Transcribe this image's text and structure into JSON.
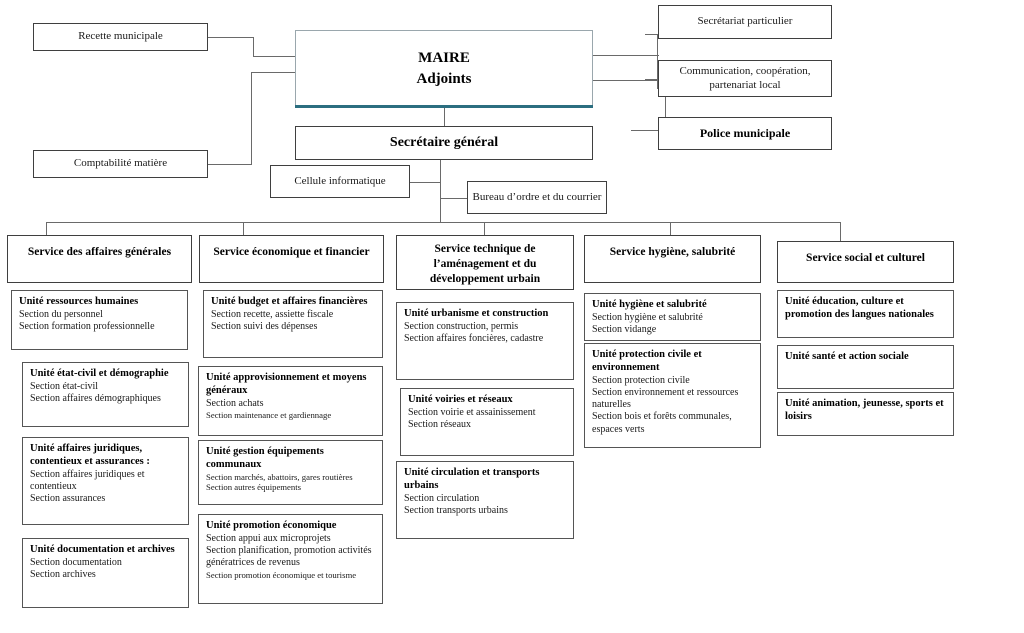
{
  "chart": {
    "kind": "organizational-chart",
    "language": "fr",
    "accent_color": "#2b6e80",
    "border_color": "#666666"
  },
  "top": {
    "maire": {
      "line1": "MAIRE",
      "line2": "Adjoints"
    },
    "secretaire_general": "Secrétaire général",
    "left_boxes": [
      {
        "label": "Recette municipale"
      },
      {
        "label": "Comptabilité matière"
      }
    ],
    "right_boxes": [
      {
        "label": "Secrétariat particulier",
        "bold": false
      },
      {
        "label": "Communication, coopération,\npartenariat local",
        "bold": false
      },
      {
        "label": "Police municipale",
        "bold": true
      }
    ],
    "staff_boxes": [
      {
        "label": "Cellule informatique"
      },
      {
        "label": "Bureau d’ordre et du courrier"
      }
    ]
  },
  "services": [
    {
      "title": "Service des affaires générales",
      "units": [
        {
          "name": "Unité ressources humaines",
          "sections": [
            "Section du personnel",
            "Section formation professionnelle"
          ]
        },
        {
          "name": "Unité état-civil et démographie",
          "sections": [
            "Section état-civil",
            "Section affaires démographiques"
          ]
        },
        {
          "name": "Unité affaires juridiques, contentieux et assurances :",
          "sections": [
            "Section affaires juridiques et contentieux",
            "Section assurances"
          ]
        },
        {
          "name": "Unité documentation et archives",
          "sections": [
            "Section documentation",
            "Section archives"
          ]
        }
      ]
    },
    {
      "title": "Service économique et financier",
      "units": [
        {
          "name": "Unité budget et affaires financières",
          "sections": [
            "Section recette, assiette fiscale",
            "Section suivi des dépenses"
          ]
        },
        {
          "name": "Unité approvisionnement et moyens généraux",
          "sections": [
            "Section achats",
            "Section maintenance et gardiennage"
          ]
        },
        {
          "name": "Unité gestion équipements communaux",
          "sections": [
            "Section marchés, abattoirs, gares routières",
            "Section autres équipements"
          ]
        },
        {
          "name": "Unité promotion économique",
          "sections": [
            "Section appui aux microprojets",
            "Section planification, promotion activités génératrices de revenus",
            "Section promotion économique et tourisme"
          ]
        }
      ]
    },
    {
      "title": "Service technique de l’aménagement et du développement urbain",
      "units": [
        {
          "name": "Unité urbanisme et construction",
          "sections": [
            "Section construction, permis",
            "Section affaires foncières, cadastre"
          ]
        },
        {
          "name": "Unité voiries et réseaux",
          "sections": [
            "Section voirie et assainissement",
            "Section réseaux"
          ]
        },
        {
          "name": "Unité circulation et transports urbains",
          "sections": [
            "Section circulation",
            "Section transports urbains"
          ]
        }
      ]
    },
    {
      "title": "Service hygiène, salubrité",
      "units": [
        {
          "name": "Unité hygiène et salubrité",
          "sections": [
            "Section hygiène et salubrité",
            "Section vidange"
          ]
        },
        {
          "name": "Unité protection civile et environnement",
          "sections": [
            "Section protection civile",
            "Section environnement et ressources naturelles",
            "Section bois et forêts communales, espaces verts"
          ]
        }
      ]
    },
    {
      "title": "Service social et culturel",
      "units": [
        {
          "name": "Unité éducation, culture et promotion des langues nationales",
          "sections": []
        },
        {
          "name": "Unité santé et action sociale",
          "sections": []
        },
        {
          "name": "Unité animation, jeunesse, sports et loisirs",
          "sections": []
        }
      ]
    }
  ]
}
